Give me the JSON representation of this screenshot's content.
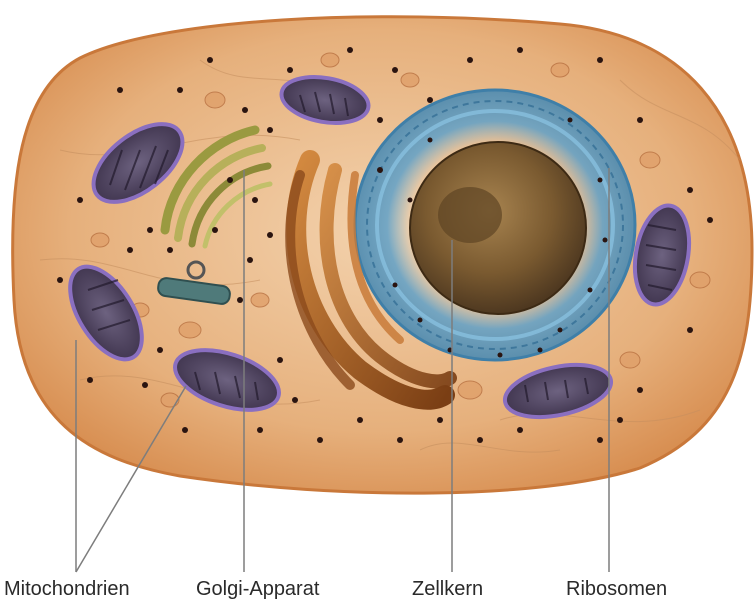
{
  "labels": {
    "mitochondria": "Mitochondrien",
    "golgi": "Golgi-Apparat",
    "nucleus": "Zellkern",
    "ribosomes": "Ribosomen"
  },
  "colors": {
    "cytoplasm": "#e8b987",
    "membrane": "#c9783a",
    "mitochondria_outer": "#8a6fc0",
    "mitochondria_inner": "#4a3a5a",
    "golgi_complex": "#b0622a",
    "nucleus": "#7a5a30",
    "er": "#5fa0c8",
    "ribosome": "#2a1410",
    "leader_line": "#7d7d7d"
  }
}
